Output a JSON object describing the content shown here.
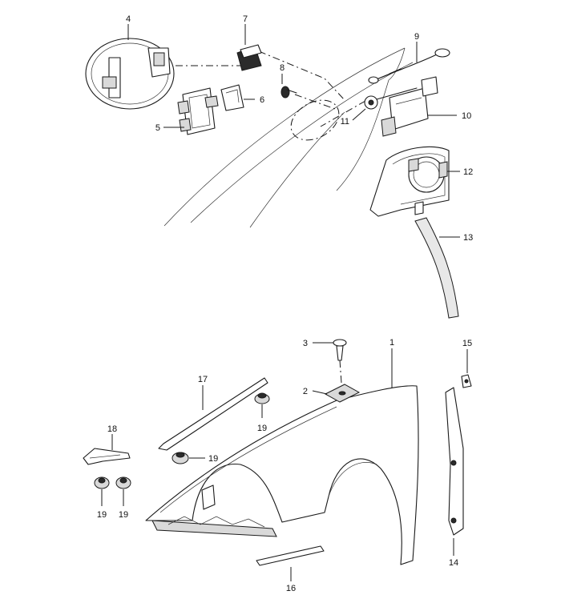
{
  "callouts": {
    "c1": "1",
    "c2": "2",
    "c3": "3",
    "c4": "4",
    "c5": "5",
    "c6": "6",
    "c7": "7",
    "c8": "8",
    "c9": "9",
    "c10": "10",
    "c11": "11",
    "c12": "12",
    "c13": "13",
    "c14": "14",
    "c15": "15",
    "c16": "16",
    "c17": "17",
    "c18": "18",
    "c19a": "19",
    "c19b": "19",
    "c19c": "19",
    "c19d": "19"
  }
}
